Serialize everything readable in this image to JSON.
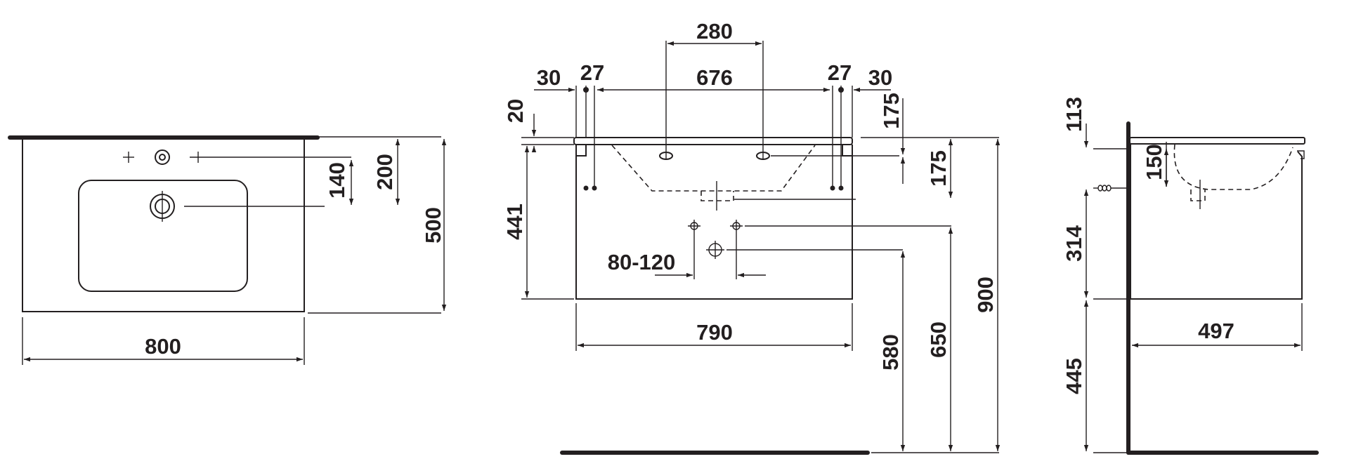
{
  "views": {
    "top": {
      "width": "800",
      "depth": "500",
      "tap_hole_offset": "200",
      "drain_offset": "140"
    },
    "front": {
      "hole_spacing": "280",
      "edge_left_a": "30",
      "edge_left_b": "27",
      "inner_span": "676",
      "edge_right_b": "27",
      "edge_right_a": "30",
      "top_thickness": "20",
      "cabinet_height": "441",
      "overflow_height": "175",
      "siphon_range": "80-120",
      "width": "790",
      "siphon_height": "580",
      "waste_height": "650",
      "total_height": "900"
    },
    "side": {
      "top_height": "113",
      "bowl_depth": "150",
      "cabinet_height": "314",
      "floor_clearance": "445",
      "depth": "497"
    }
  }
}
